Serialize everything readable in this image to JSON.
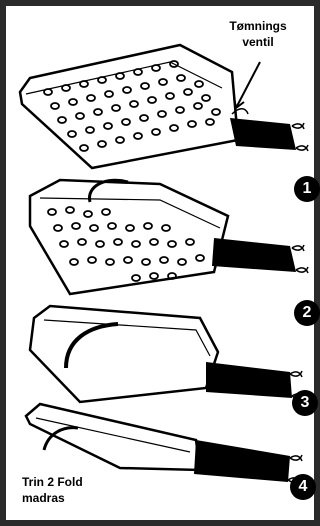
{
  "callout": {
    "line1": "Tømnings",
    "line2": "ventil"
  },
  "caption": {
    "line1": "Trin 2 Fold",
    "line2": "madras"
  },
  "steps": [
    "1",
    "2",
    "3",
    "4"
  ]
}
